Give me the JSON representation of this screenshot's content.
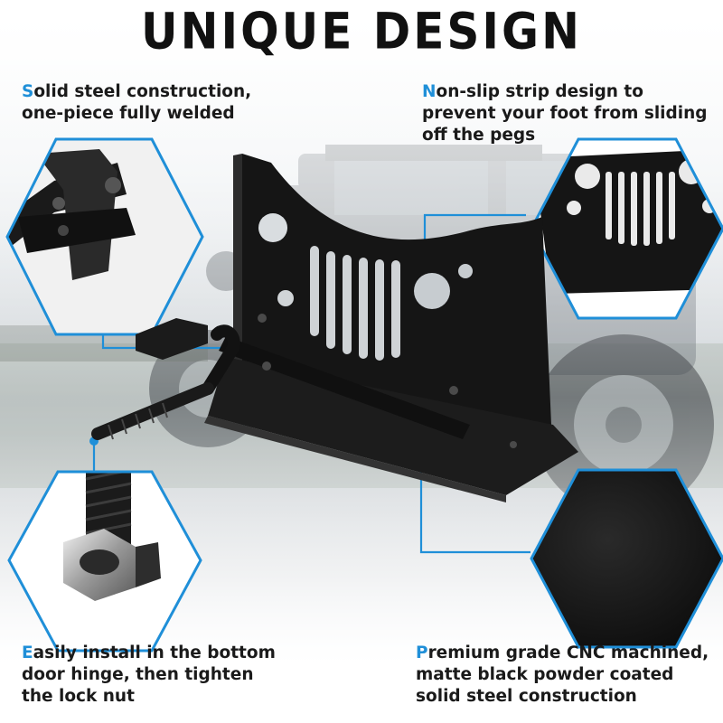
{
  "title": "UNIQUE DESIGN",
  "colors": {
    "accent": "#1f8fd8",
    "text": "#1a1a1a",
    "product": "#111111"
  },
  "callouts": {
    "top_left": {
      "first_letter": "S",
      "lines": [
        "olid steel construction,",
        "one-piece fully welded"
      ]
    },
    "top_right": {
      "first_letter": "N",
      "lines": [
        "on-slip strip design to",
        "prevent your foot from sliding",
        "off the pegs"
      ]
    },
    "bottom_left": {
      "first_letter": "E",
      "lines": [
        "asily install in the bottom",
        "door hinge, then tighten",
        "the lock nut"
      ]
    },
    "bottom_right": {
      "first_letter": "P",
      "lines": [
        "remium grade CNC machined,",
        "matte black powder coated",
        "solid steel construction"
      ]
    }
  }
}
